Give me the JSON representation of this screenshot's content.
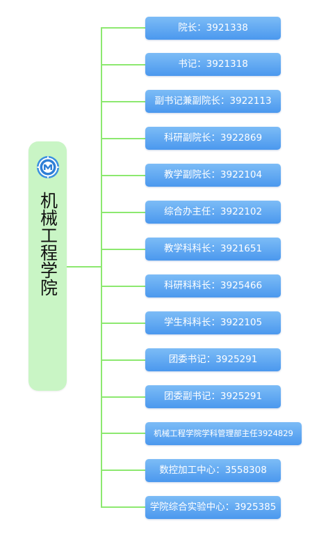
{
  "root": {
    "title": "机械工程学院",
    "logo_icon": "university-seal-icon",
    "color": "#c9f5c5"
  },
  "colors": {
    "connector": "#8ce86f",
    "node_top": "#7cbcf6",
    "node_bottom": "#4b98ee",
    "node_text": "#ffffff"
  },
  "nodes": [
    {
      "label": "院长：3921338"
    },
    {
      "label": "书记：3921318"
    },
    {
      "label": "副书记兼副院长：3922113"
    },
    {
      "label": "科研副院长：3922869"
    },
    {
      "label": "教学副院长：3922104"
    },
    {
      "label": "综合办主任：3922102"
    },
    {
      "label": "教学科科长：3921651"
    },
    {
      "label": "科研科科长：3925466"
    },
    {
      "label": "学生科科长：3922105"
    },
    {
      "label": "团委书记：3925291"
    },
    {
      "label": "团委副书记：3925291"
    },
    {
      "label": "机械工程学院学科管理部主任3924829",
      "wide": true
    },
    {
      "label": "数控加工中心：3558308"
    },
    {
      "label": "学院综合实验中心：3925385"
    }
  ]
}
